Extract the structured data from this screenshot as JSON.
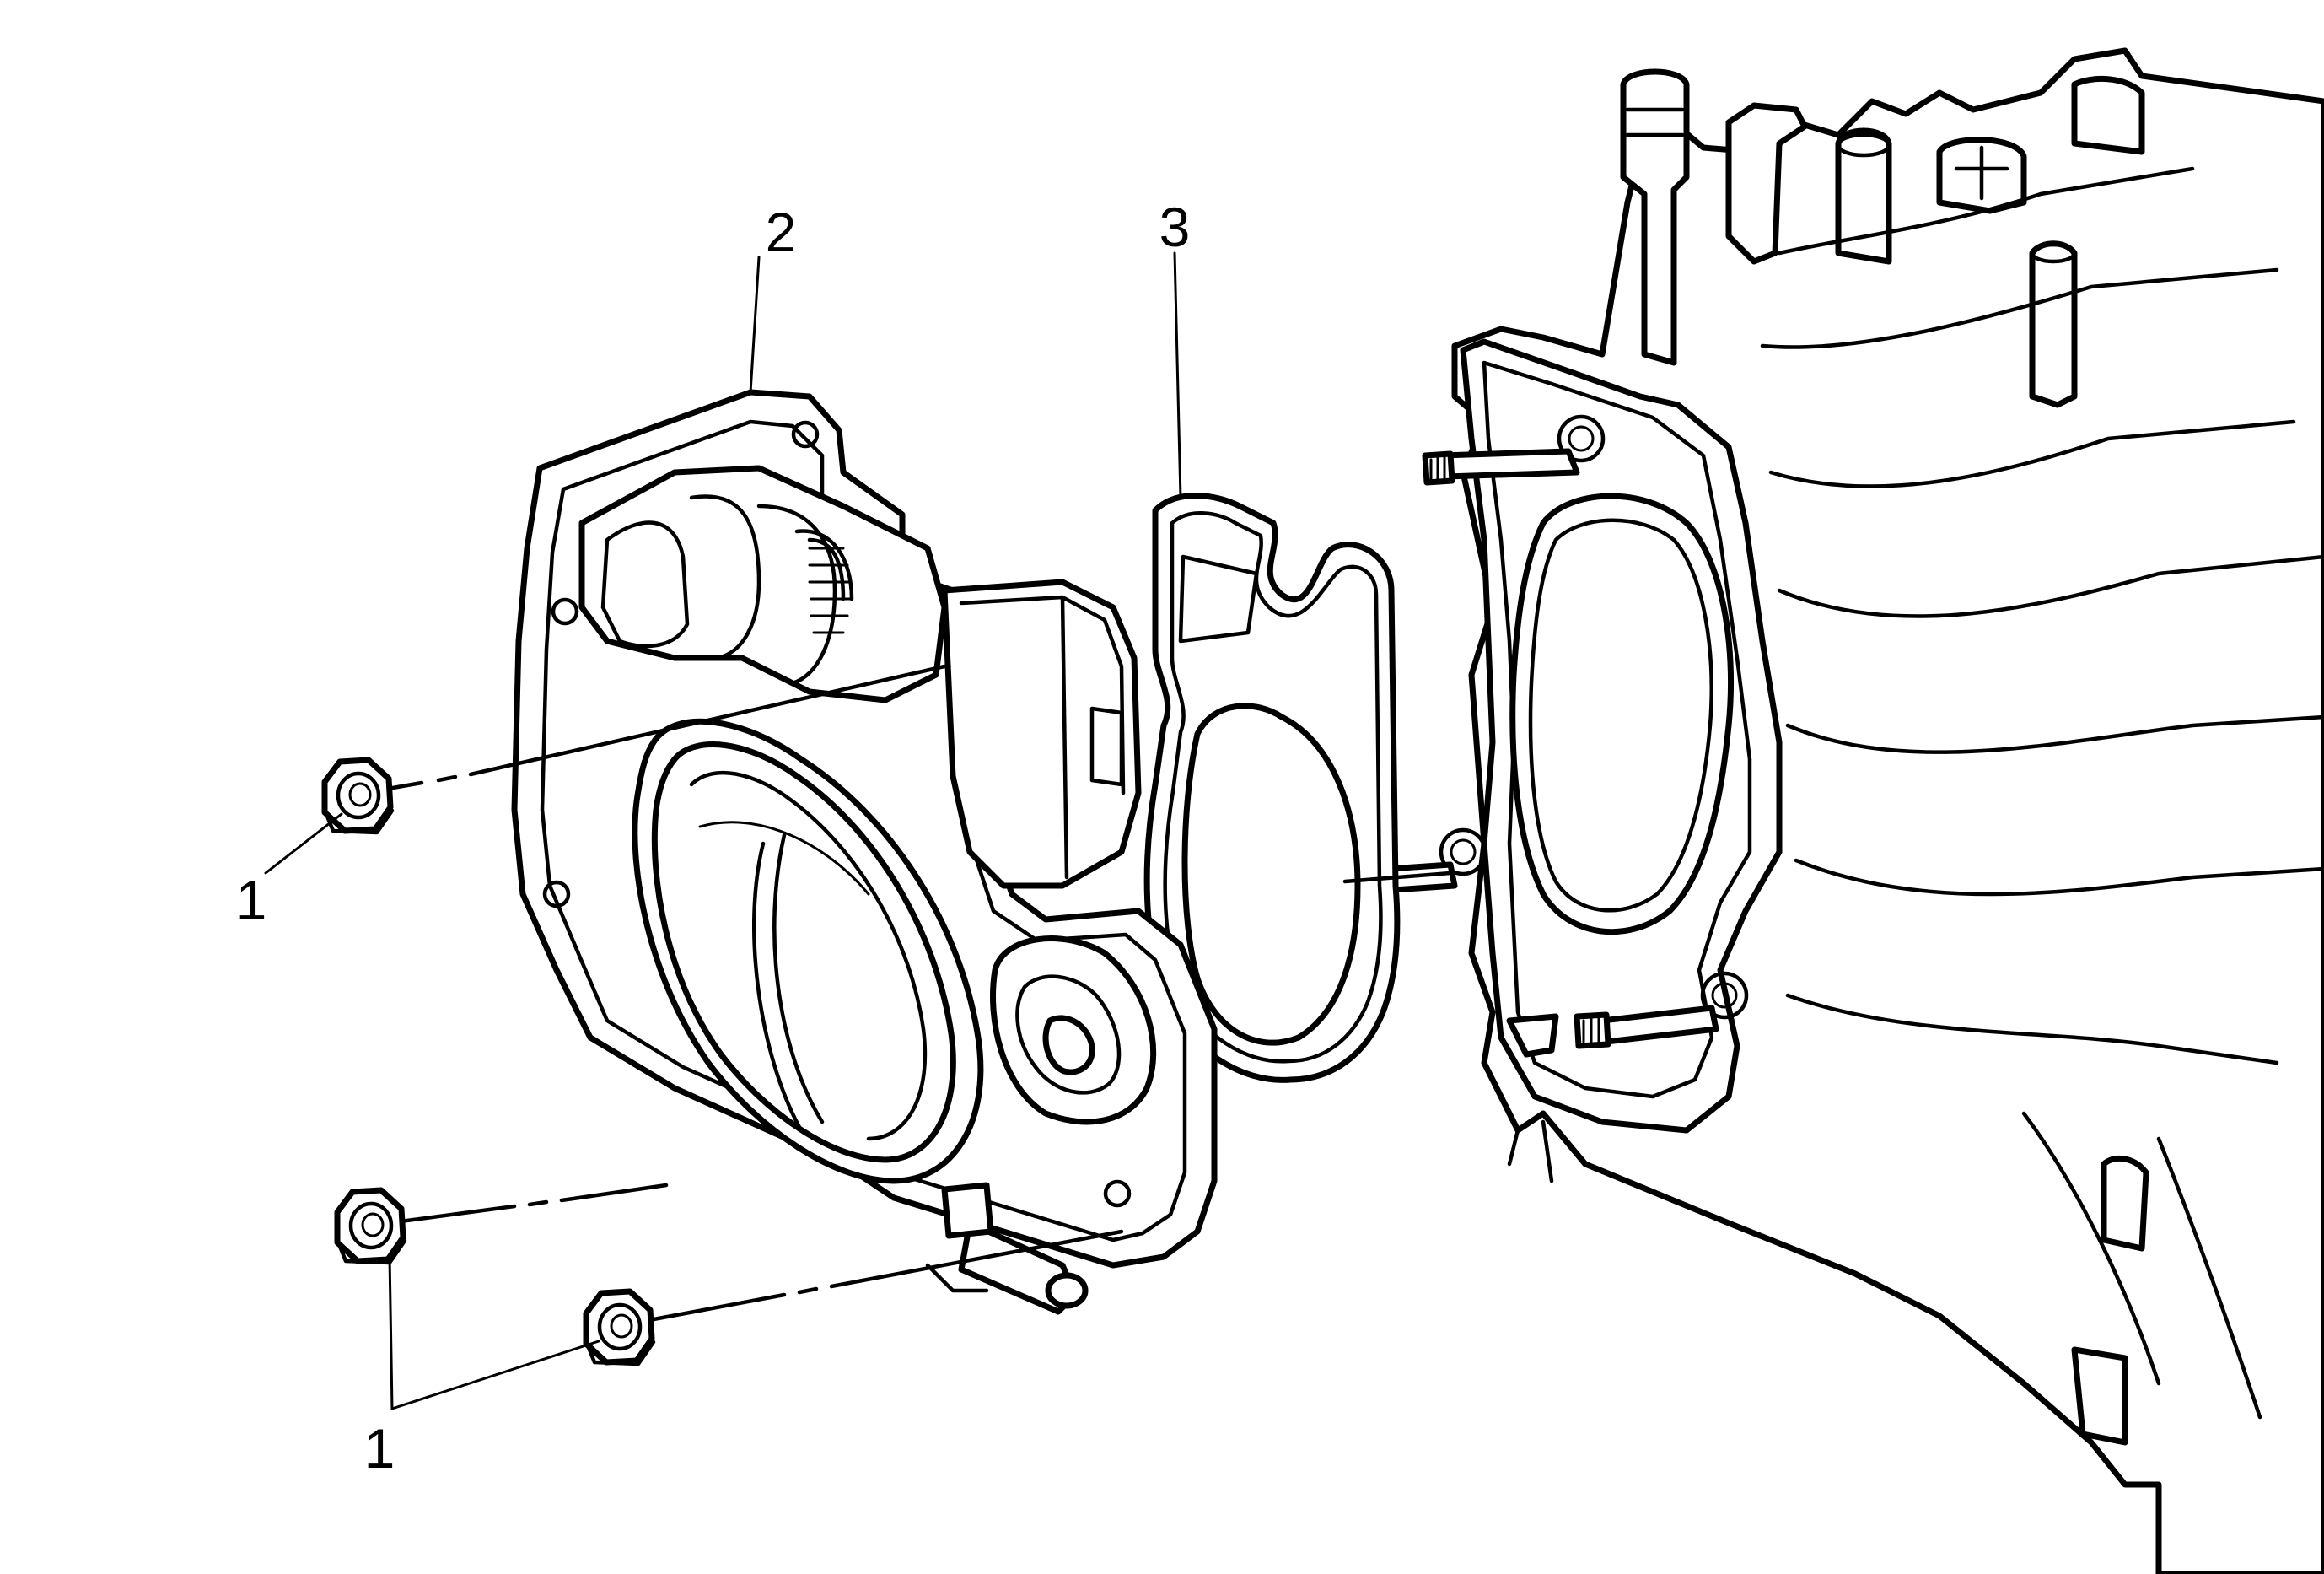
{
  "diagram": {
    "callouts": [
      {
        "id": "nuts-upper",
        "label": "1"
      },
      {
        "id": "throttle-body",
        "label": "2"
      },
      {
        "id": "gasket",
        "label": "3"
      },
      {
        "id": "nuts-lower",
        "label": "1"
      }
    ],
    "colors": {
      "line": "#000000",
      "background": "#ffffff"
    }
  }
}
